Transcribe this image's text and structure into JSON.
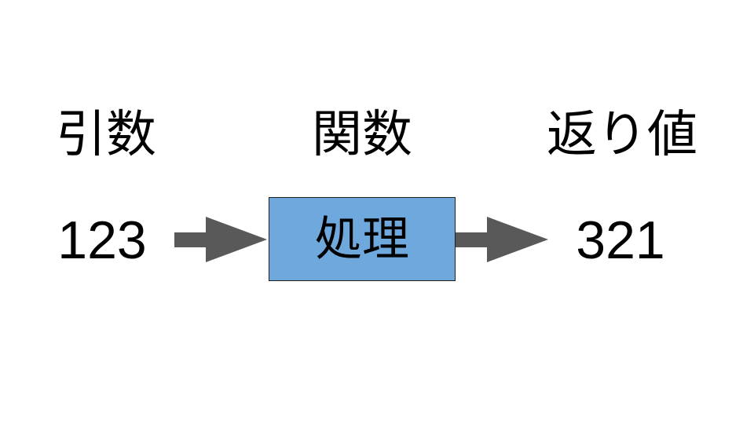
{
  "diagram": {
    "headings": {
      "input": "引数",
      "function": "関数",
      "output": "返り値"
    },
    "input_value": "123",
    "process_label": "処理",
    "output_value": "321",
    "colors": {
      "process_fill": "#6fa8dc",
      "arrow": "#595959",
      "text": "#000000",
      "background": "#ffffff"
    }
  }
}
